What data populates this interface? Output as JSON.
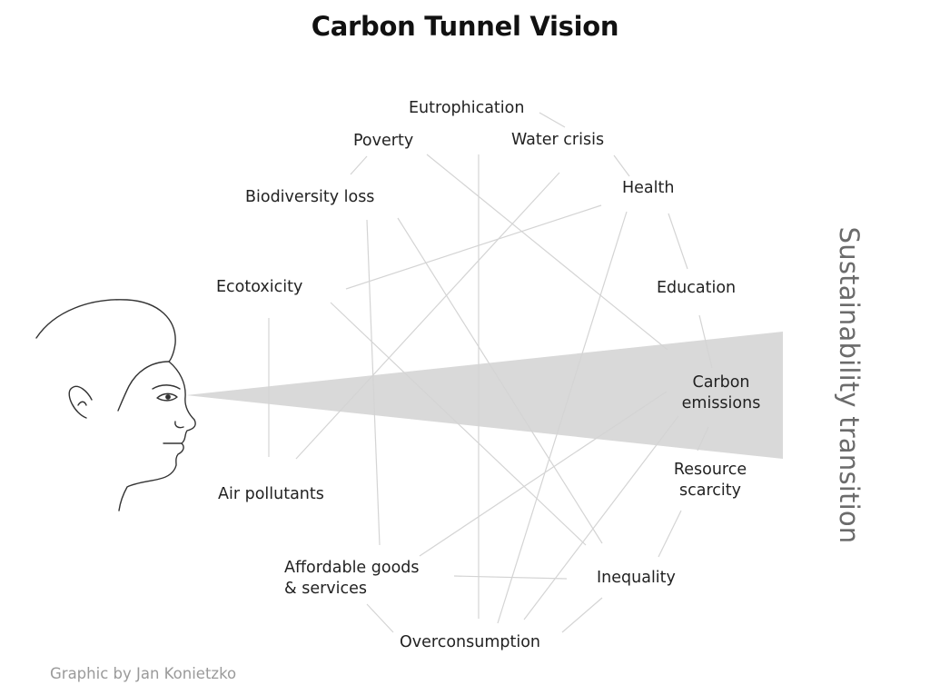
{
  "title": "Carbon Tunnel Vision",
  "side_label": "Sustainability transition",
  "credit": "Graphic by Jan Konietzko",
  "nodes": {
    "eutrophication": "Eutrophication",
    "poverty": "Poverty",
    "water_crisis": "Water crisis",
    "health": "Health",
    "biodiversity_loss": "Biodiversity loss",
    "ecotoxicity": "Ecotoxicity",
    "education": "Education",
    "carbon_emissions_1": "Carbon",
    "carbon_emissions_2": "emissions",
    "resource_scarcity_1": "Resource",
    "resource_scarcity_2": "scarcity",
    "air_pollutants": "Air pollutants",
    "affordable_goods_1": "Affordable goods",
    "affordable_goods_2": "& services",
    "inequality": "Inequality",
    "overconsumption": "Overconsumption"
  },
  "colors": {
    "tunnel": "#d9d9d9",
    "connector": "#d4d4d4",
    "outline": "#333333"
  }
}
